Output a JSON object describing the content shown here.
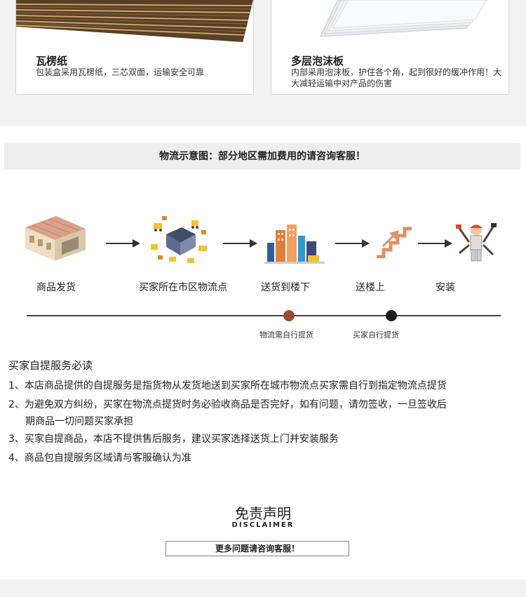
{
  "packaging": [
    {
      "title": "瓦楞纸",
      "desc": "包装盒采用瓦楞纸，三芯双面，运输安全可靠"
    },
    {
      "title": "多层泡沫板",
      "desc": "内部采用泡沫板，护住各个角，起到很好的缓冲作用！大大减轻运输中对产品的伤害"
    }
  ],
  "logistics": {
    "title": "物流示意图：部分地区需加费用的请咨询客服！",
    "steps": [
      {
        "label": "商品发货",
        "icon": "warehouse-icon"
      },
      {
        "label": "买家所在市区物流点",
        "icon": "logistics-hub-icon"
      },
      {
        "label": "送货到楼下",
        "icon": "buildings-icon"
      },
      {
        "label": "送楼上",
        "icon": "stairs-icon"
      },
      {
        "label": "安装",
        "icon": "installer-icon"
      }
    ],
    "markers": [
      {
        "label": "物流需自行提货",
        "color": "#9a4a36"
      },
      {
        "label": "买家自行提货",
        "color": "#1e1e1e"
      }
    ]
  },
  "pickup": {
    "title": "买家自提服务必读",
    "items": [
      "1、本店商品提供的自提服务是指货物从发货地送到买家所在城市物流点买家需自行到指定物流点提货",
      "2、为避免双方纠纷，买家在物流点提货时务必验收商品是否完好，如有问题，请勿签收，一旦签收后",
      "期商品一切问题买家承担",
      "3、买家自提商品，本店不提供售后服务，建议买家选择送货上门并安装服务",
      "4、商品包自提服务区域请与客服确认为准"
    ]
  },
  "disclaimer": {
    "title": "免责声明",
    "subtitle": "DISCLAIMER",
    "more": "更多问题请咨询客服！"
  }
}
